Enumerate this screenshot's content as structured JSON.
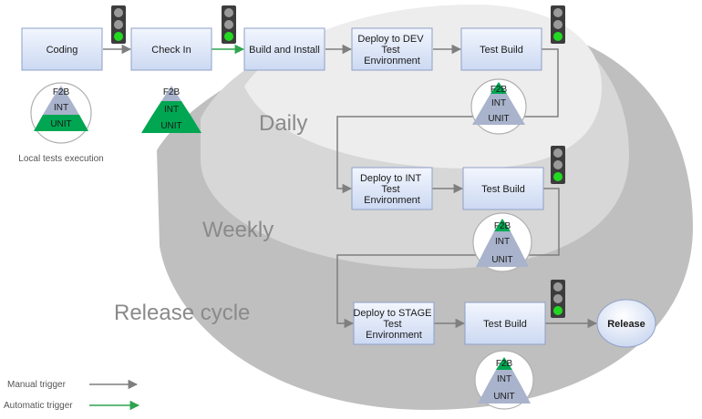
{
  "colors": {
    "manual_arrow": "#7f7f7f",
    "automatic_arrow": "#2ea44f",
    "box_fill": "#dde6f7",
    "box_stroke": "#8ea0c8",
    "tri_top": "#a9b3cc",
    "tri_green": "#00a651",
    "light_green": "#22d822",
    "light_off": "#9a9a9a"
  },
  "rings": {
    "daily": "Daily",
    "weekly": "Weekly",
    "release": "Release cycle"
  },
  "stages": {
    "coding": {
      "label": [
        "Coding"
      ]
    },
    "checkin": {
      "label": [
        "Check In"
      ]
    },
    "build_install": {
      "label": [
        "Build and Install"
      ]
    },
    "deploy_dev": {
      "label": [
        "Deploy to DEV",
        "Test",
        "Environment"
      ]
    },
    "test_build_daily": {
      "label": [
        "Test Build"
      ]
    },
    "deploy_int": {
      "label": [
        "Deploy to INT",
        "Test",
        "Environment"
      ]
    },
    "test_build_weekly": {
      "label": [
        "Test Build"
      ]
    },
    "deploy_stage": {
      "label": [
        "Deploy to STAGE",
        "Test",
        "Environment"
      ]
    },
    "test_build_release": {
      "label": [
        "Test Build"
      ]
    }
  },
  "release_label": "Release",
  "test_levels": {
    "top": "F2B",
    "mid": "INT",
    "bottom": "UNIT"
  },
  "local_tests_label": "Local  tests execution",
  "legend": {
    "manual": "Manual trigger",
    "automatic": "Automatic trigger"
  }
}
